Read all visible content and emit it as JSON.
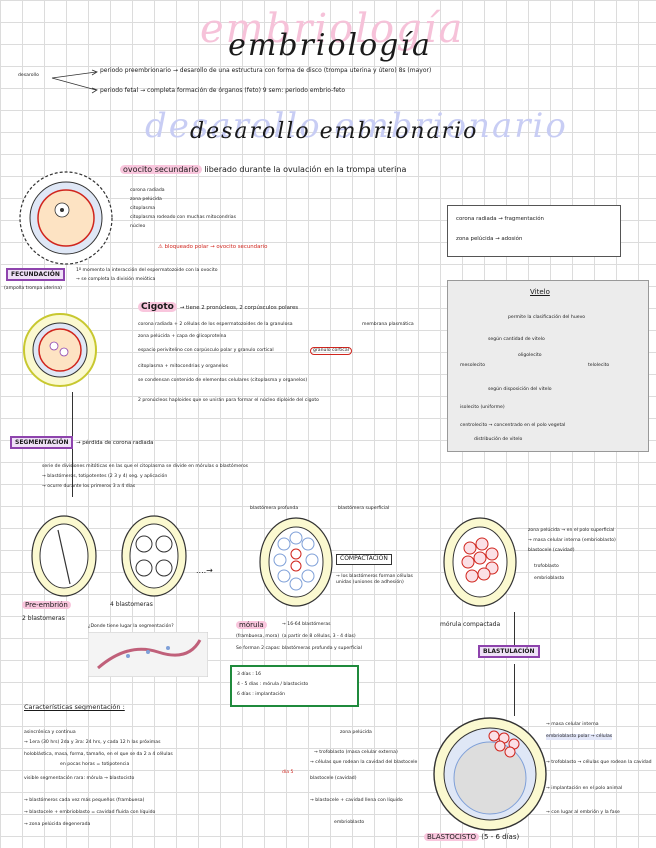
{
  "title": "embriología",
  "subtitle": "desarollo embrionario",
  "intro": {
    "side_label": "desarollo",
    "line1": "periodo preembrionario → desarollo de una estructura con forma de disco (trompa uterina y útero) 8s (mayor)",
    "line2": "periodo fetal → completa formación de órganos (feto) 9 sem: periodo embrio-feto"
  },
  "ovocito": {
    "heading": "ovocito secundario",
    "heading_rest": "liberado durante la ovulación en la trompa uterina",
    "labels": [
      "corona radiada",
      "zona pelúcida",
      "citoplasma",
      "citoplasma rodeado con muchas mitocondrias",
      "núcleo"
    ],
    "warning": "bloqueado polar → ovocito secundario"
  },
  "rz_box": {
    "line1": "corona radiada → fragmentación",
    "line2": "zona pelúcida → adosión"
  },
  "fecundacion": {
    "label": "FECUNDACIÓN",
    "sub": "(ampolla trompa uterina)",
    "note1": "1º momento la interacción del espermatozoide con la ovocito",
    "note2": "→ se completa la división meiótica"
  },
  "cigoto": {
    "heading": "Cigoto",
    "heading_rest": "→ tiene 2 pronúcleos, 2 corpúsculos polares",
    "lines": [
      "corona radiada + 2 células de los espermatozoides de la granulosa",
      "zona pelúcida + capa de glicoproteína",
      "espacio perivitelino con corpúsculo polar y granulo cortical",
      "citoplasma + mitocondrias y organelos",
      "se condensan contenido de elementos celulares (citoplasma y organelos)",
      "2 pronúcleos haploides que se unirán para formar el núcleo diploide del cigoto"
    ],
    "right_note": "membrana plasmática",
    "pink_note": "granulo cortical"
  },
  "vitelo": {
    "title": "Vitelo",
    "line1": "permite la clasificación del huevo",
    "line2": "según cantidad de vitelo",
    "oligolecito": "oligolecito",
    "mesolecito": "mesolecito",
    "telolecito": "telolecito",
    "line3": "según disposición del vitelo",
    "isolecito": "isolecito (uniforme)",
    "centrolecito": "centrolecito → concentrado en el polo vegetal",
    "distribucion": "distribución de vitelo"
  },
  "segmentacion": {
    "label": "SEGMENTACIÓN",
    "note": "→ pérdida de corona radiada",
    "desc1": "serie de divisiones mitóticas en las que el citoplasma se divide en mórulas o blastómeros",
    "desc2": "→ blastómeros, totipotentes (2 3 y 4) seg. y aplicación",
    "desc3": "→ ocurre durante los primeros 3 a 4 días"
  },
  "stages": {
    "pre_embrion": "Pre-embrión",
    "dos_blastomeras": "2 blastomeras",
    "cuatro_blastomeras": "4 blastomeras",
    "blastomera_profunda": "blastómera profunda",
    "blastomera_superficial": "blastómera superficial",
    "compactacion": "COMPACTACIÓN",
    "compactacion_note": "→ los blastómeros forman células unidas (uniones de adhesión)",
    "morula": "mórula",
    "morula_sub": "(frambuesa, mora)",
    "morula_note1": "→ 16-64 blastómeras",
    "morula_note2": "(a partir de 8 células, 3 - 4 días)",
    "morula_note3": "Se forman 2 capas: blastómeras profunda y superficial",
    "morula_compactada": "mórula compactada",
    "right_notes": [
      "zona pelúcida → en el polo superficial",
      "→ masa celular interna (embrioblasto)",
      "blastocele (cavidad)",
      "trofoblasto",
      "embrioblasto"
    ],
    "diagram_caption": "¿Donde tiene lugar la segmentación?"
  },
  "green_box": {
    "line1": "3 días : 16",
    "line2": "4 - 5 días : mórula / blastocisto",
    "line3": "6 días : implantación"
  },
  "blastulacion": {
    "label": "BLASTULACIÓN"
  },
  "caracteristicas": {
    "heading": "Características segmentación :",
    "items": [
      "asincrónica y continua",
      "→ 1era (30 hrs) 2da y 3ra: 24 hrs, y cada 12 h las próximas",
      "holoblástica, masa, forma, tamaño, en el que se da 2 a 4 células",
      "en pocas horas = totipotencia",
      "visible segmentación rara: mórula → blastocisto",
      "→ blastómeros cada vez más pequeños (frambuesa)",
      "→ blastocele + embrioblasto = cavidad fluida con líquido",
      "→ zona pelúcida degenerada"
    ]
  },
  "blastocisto": {
    "label": "BLASTOCISTO",
    "label_rest": "(5 - 6 días)",
    "left_notes": [
      "zona pelúcida",
      "→ trofoblasto (masa celular externa)",
      "→ células que rodean la cavidad del blastocele",
      "blastocele (cavidad)",
      "→ blastocele + cavidad llena con líquido",
      "embrioblasto"
    ],
    "left_bottom": "embrioblasto",
    "right_notes": [
      "→ masa celular interna",
      "embrioblasto polar → células",
      "→ trofoblasto → células que rodean la cavidad",
      "→ implantación en el polo animal",
      "→ con lugar al embrión y la fase"
    ],
    "side_label": "día 5"
  }
}
